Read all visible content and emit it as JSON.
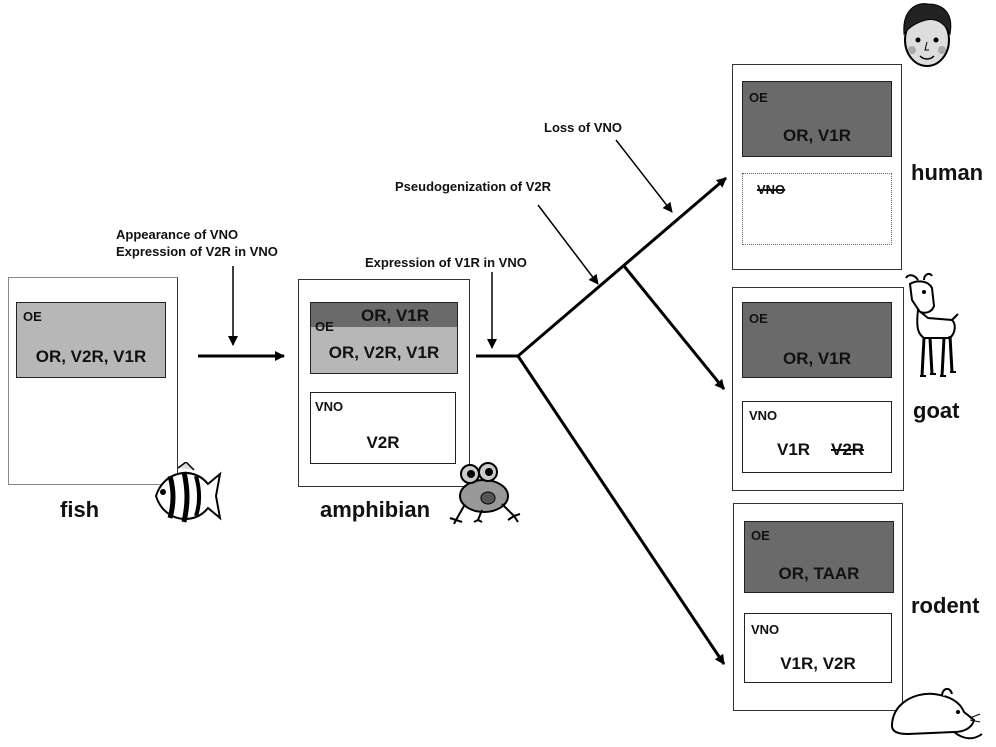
{
  "labels": {
    "fish": "fish",
    "amphibian": "amphibian",
    "human": "human",
    "goat": "goat",
    "rodent": "rodent"
  },
  "events": {
    "appearance": [
      "Appearance of VNO",
      "Expression of V2R in VNO"
    ],
    "v1r_expression": "Expression of V1R in VNO",
    "pseudogenization": "Pseudogenization of V2R",
    "loss_vno": "Loss of VNO"
  },
  "organs": {
    "oe": "OE",
    "vno": "VNO"
  },
  "genes": {
    "fish_oe": "OR, V2R, V1R",
    "amph_oe_top": "OR, V1R",
    "amph_oe_bottom": "OR, V2R, V1R",
    "amph_vno": "V2R",
    "human_oe": "OR, V1R",
    "goat_oe": "OR, V1R",
    "goat_vno_v1r": "V1R",
    "goat_vno_v2r": "V2R",
    "rodent_oe": "OR, TAAR",
    "rodent_vno": "V1R, V2R"
  },
  "icons": [
    "fish-icon",
    "frog-icon",
    "human-face-icon",
    "goat-icon",
    "rat-icon"
  ]
}
